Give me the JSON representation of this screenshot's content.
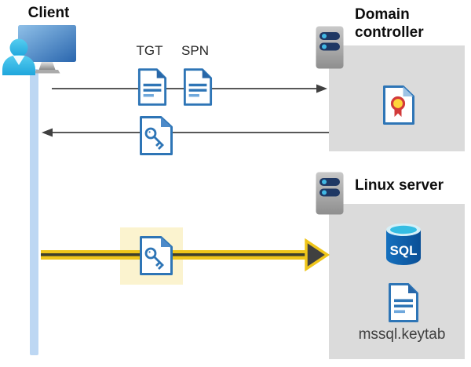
{
  "diagram": {
    "client": {
      "label": "Client",
      "icons": [
        "user-icon",
        "monitor-icon"
      ],
      "lifeline": "client-lifeline"
    },
    "messages": {
      "tgt_label": "TGT",
      "spn_label": "SPN",
      "ticket_icons": [
        "document-icon",
        "document-icon",
        "key-document-icon",
        "key-document-icon"
      ]
    },
    "domain_controller": {
      "label": "Domain controller",
      "icons": [
        "server-icon",
        "certificate-icon"
      ]
    },
    "linux_server": {
      "label": "Linux server",
      "sql_badge": "SQL",
      "keytab_label": "mssql.keytab",
      "icons": [
        "server-icon",
        "sql-database-icon",
        "document-icon"
      ]
    },
    "arrows": [
      {
        "from": "client",
        "to": "domain-controller",
        "direction": "right",
        "style": "thin-gray"
      },
      {
        "from": "domain-controller",
        "to": "client",
        "direction": "left",
        "style": "thin-gray"
      },
      {
        "from": "client",
        "to": "linux-server",
        "direction": "right",
        "style": "thick-yellow-highlighted"
      }
    ],
    "colors": {
      "doc_blue": "#2E75B6",
      "doc_fold_blue": "#2867A8",
      "box_gray": "#DBDBDB",
      "lifeline_blue": "#BDD7F3",
      "highlight_cream": "#FBF3CF",
      "arrow_yellow": "#EFC51A",
      "arrow_gray": "#404040",
      "sql_blue": "#1065B3",
      "sql_cyan": "#35BDE3",
      "server_navy": "#1F3864",
      "server_dot_cyan": "#41B8E4",
      "cert_red": "#D23A3A",
      "cert_gold": "#FFD43B",
      "person_cyan": "#35C0EA",
      "monitor_blue": "#2F6CB3"
    }
  }
}
